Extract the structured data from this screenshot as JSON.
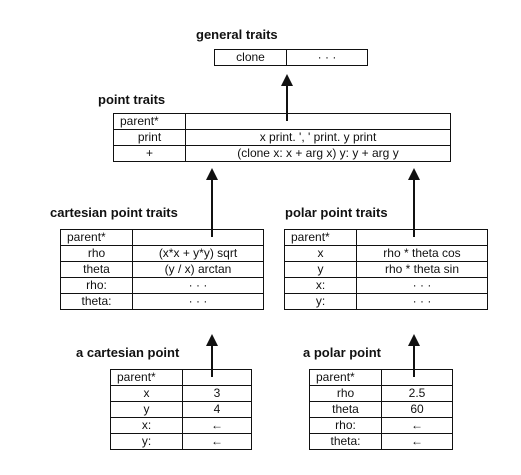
{
  "general_traits": {
    "title": "general traits",
    "slots": [
      {
        "name": "clone",
        "value": "· · ·"
      }
    ]
  },
  "point_traits": {
    "title": "point traits",
    "slots": [
      {
        "name": "parent*",
        "value": ""
      },
      {
        "name": "print",
        "value": "x print.  ', ' print.  y print"
      },
      {
        "name": "+",
        "value": "(clone  x:  x + arg x)  y:  y + arg y"
      }
    ]
  },
  "cartesian_point_traits": {
    "title": "cartesian point traits",
    "slots": [
      {
        "name": "parent*",
        "value": ""
      },
      {
        "name": "rho",
        "value": "(x*x  +  y*y)  sqrt"
      },
      {
        "name": "theta",
        "value": "(y / x)  arctan"
      },
      {
        "name": "rho:",
        "value": "· · ·"
      },
      {
        "name": "theta:",
        "value": "· · ·"
      }
    ]
  },
  "polar_point_traits": {
    "title": "polar point traits",
    "slots": [
      {
        "name": "parent*",
        "value": ""
      },
      {
        "name": "x",
        "value": "rho * theta cos"
      },
      {
        "name": "y",
        "value": "rho * theta sin"
      },
      {
        "name": "x:",
        "value": "· · ·"
      },
      {
        "name": "y:",
        "value": "· · ·"
      }
    ]
  },
  "a_cartesian_point": {
    "title": "a cartesian point",
    "slots": [
      {
        "name": "parent*",
        "value": ""
      },
      {
        "name": "x",
        "value": "3"
      },
      {
        "name": "y",
        "value": "4"
      },
      {
        "name": "x:",
        "value": "←"
      },
      {
        "name": "y:",
        "value": "←"
      }
    ]
  },
  "a_polar_point": {
    "title": "a polar point",
    "slots": [
      {
        "name": "parent*",
        "value": ""
      },
      {
        "name": "rho",
        "value": "2.5"
      },
      {
        "name": "theta",
        "value": "60"
      },
      {
        "name": "rho:",
        "value": "←"
      },
      {
        "name": "theta:",
        "value": "←"
      }
    ]
  }
}
